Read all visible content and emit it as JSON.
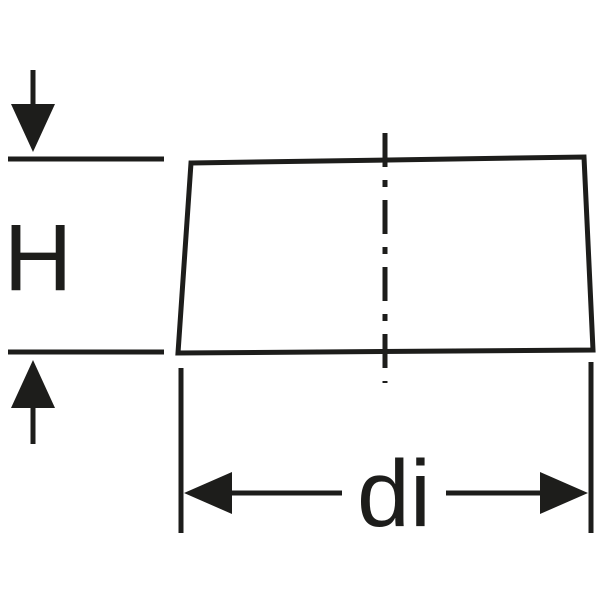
{
  "diagram": {
    "type": "technical-dimension-drawing",
    "shape": "tapered-plug-cross-section",
    "labels": {
      "height": "H",
      "inner_diameter": "di"
    },
    "colors": {
      "line": "#1d1d1b",
      "background": "#ffffff"
    }
  }
}
